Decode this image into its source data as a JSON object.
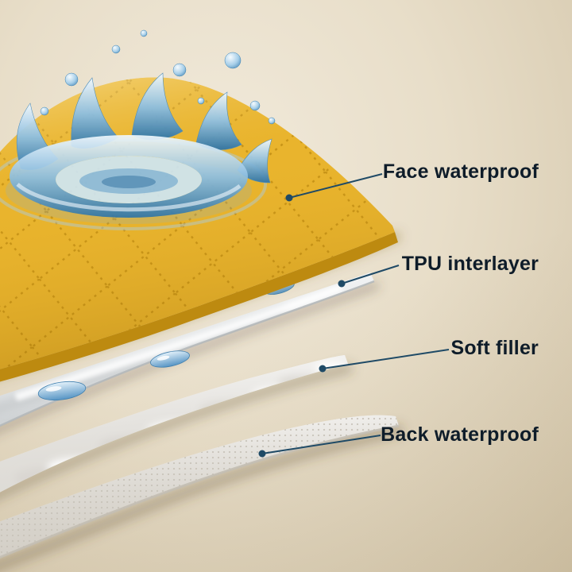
{
  "diagram": {
    "labels": [
      {
        "id": "face",
        "text": "Face waterproof"
      },
      {
        "id": "tpu",
        "text": "TPU interlayer"
      },
      {
        "id": "soft",
        "text": "Soft filler"
      },
      {
        "id": "back",
        "text": "Back waterproof"
      }
    ],
    "layers": [
      {
        "name": "face-waterproof",
        "color": "#e9b42d"
      },
      {
        "name": "tpu-interlayer",
        "color": "#eceeef"
      },
      {
        "name": "soft-filler",
        "color": "#f7f6f3"
      },
      {
        "name": "back-waterproof",
        "color": "#f0ede8"
      }
    ],
    "colors": {
      "background_center": "#f1eadb",
      "background_edge": "#d3c5a9",
      "label_text": "#0e1c29",
      "leader_line": "#1f4a66",
      "water_blue": "#5694c4",
      "face_edge": "#bd8a10"
    }
  }
}
